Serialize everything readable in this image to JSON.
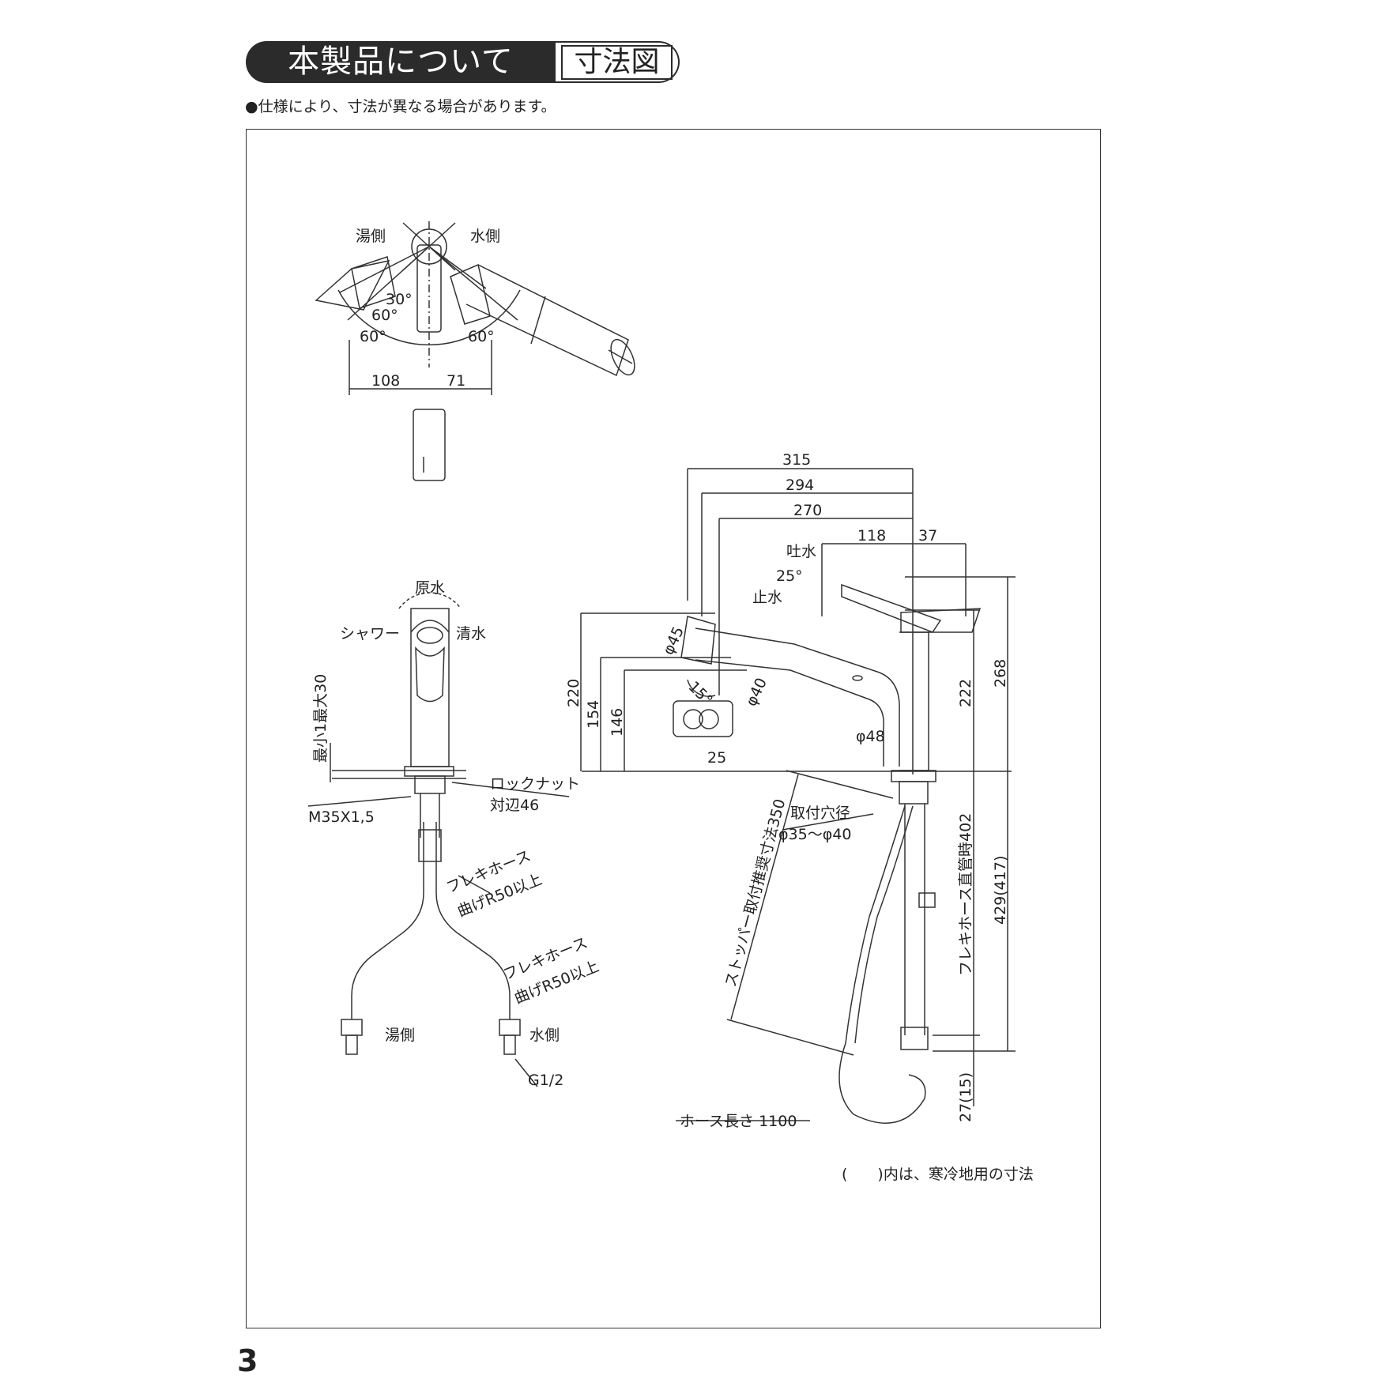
{
  "header": {
    "title": "本製品について",
    "subtitle": "寸法図"
  },
  "note": "●仕様により、寸法が異なる場合があります。",
  "page_number": "3",
  "top_view": {
    "hot_label": "湯側",
    "cold_label": "水側",
    "angle_30": "30°",
    "angle_60a": "60°",
    "angle_60b": "60°",
    "angle_60c": "60°",
    "dim_108": "108",
    "dim_71": "71"
  },
  "front_view": {
    "genmizu": "原水",
    "shower": "シャワー",
    "seisui": "清水",
    "min_max": "最小1最大30",
    "lock_nut_1": "ロックナット",
    "lock_nut_2": "対辺46",
    "thread": "M35X1,5",
    "hose1_1": "フレキホース",
    "hose1_2": "曲げR50以上",
    "hose2_1": "フレキホース",
    "hose2_2": "曲げR50以上",
    "hot_label": "湯側",
    "cold_label": "水側",
    "g12": "G1/2"
  },
  "side_view": {
    "d315": "315",
    "d294": "294",
    "d270": "270",
    "d118": "118",
    "d37": "37",
    "toushi": "吐水",
    "a25": "25°",
    "shisui": "止水",
    "phi45": "φ45",
    "a15": "15°",
    "phi40": "φ40",
    "phi48": "φ48",
    "d25": "25",
    "d220": "220",
    "d154": "154",
    "d146": "146",
    "d222": "222",
    "d268": "268",
    "mount_hole_1": "取付穴径",
    "mount_hole_2": "φ35〜φ40",
    "stopper": "ストッパー取付推奨寸法350",
    "flex_straight": "フレキホース直管時402",
    "d429": "429(417)",
    "d27": "27(15)",
    "hose_length": "ホース長さ 1100",
    "cold_note": "(　　)内は、寒冷地用の寸法"
  }
}
